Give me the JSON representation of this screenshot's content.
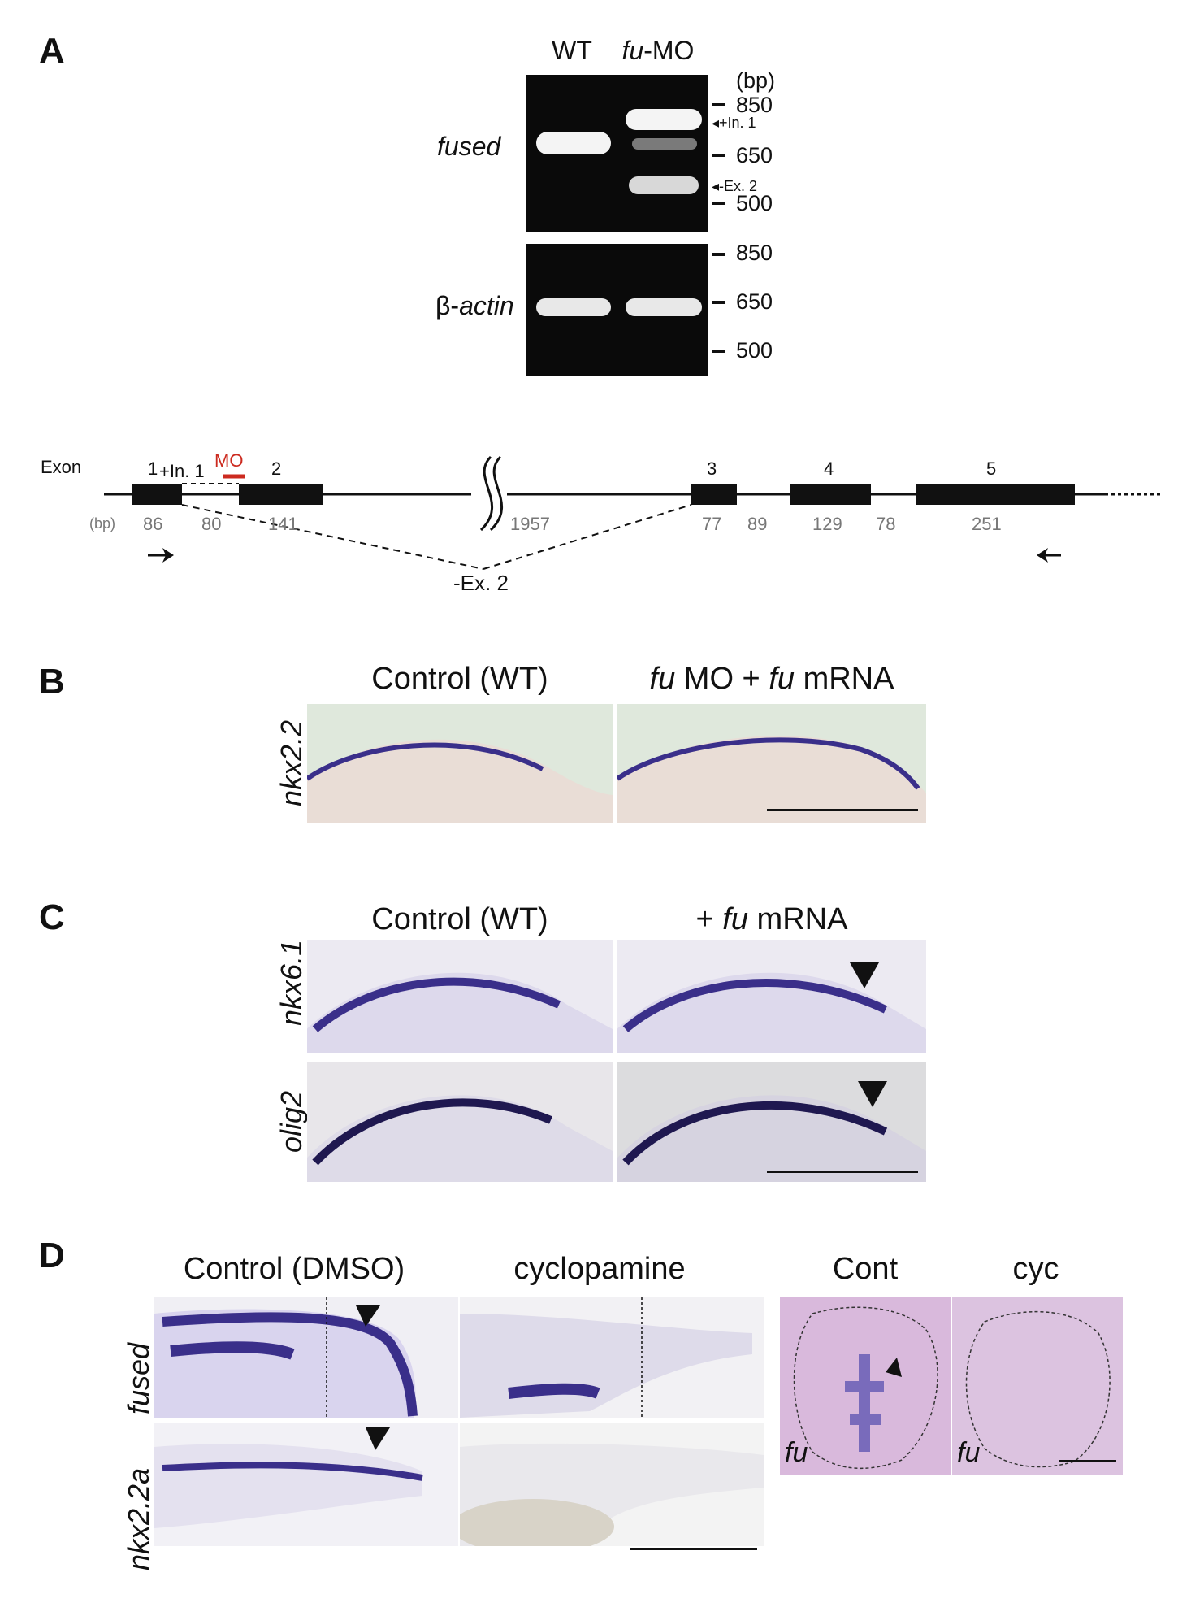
{
  "panelA": {
    "letter": "A",
    "gel_lanes": {
      "wt": "WT",
      "mo_italic": "fu",
      "mo_rest": "-MO"
    },
    "bp_unit": "(bp)",
    "gene_fused": "fused",
    "gene_actin_prefix": "β-",
    "gene_actin_italic": "actin",
    "markers_top": [
      "850",
      "650",
      "500"
    ],
    "markers_bottom": [
      "850",
      "650",
      "500"
    ],
    "band_in1": "◂+In. 1",
    "band_ex2": "◂-Ex. 2",
    "diagram": {
      "exon_word": "Exon",
      "exon_numbers": [
        "1",
        "2",
        "3",
        "4",
        "5"
      ],
      "in1_label": "+In. 1",
      "mo_label": "MO",
      "bp_unit": "(bp)",
      "sizes": [
        "86",
        "80",
        "141",
        "1957",
        "77",
        "89",
        "129",
        "78",
        "251"
      ],
      "ex2_label": "-Ex. 2",
      "mo_color": "#cc2a1f"
    }
  },
  "panelB": {
    "letter": "B",
    "col1": "Control (WT)",
    "col2_it1": "fu",
    "col2_mid": " MO + ",
    "col2_it2": "fu",
    "col2_end": " mRNA",
    "row1": "nkx2.2"
  },
  "panelC": {
    "letter": "C",
    "col1": "Control (WT)",
    "col2_pre": "+ ",
    "col2_it": "fu",
    "col2_end": " mRNA",
    "row1": "nkx6.1",
    "row2": "olig2"
  },
  "panelD": {
    "letter": "D",
    "col1": "Control (DMSO)",
    "col2": "cyclopamine",
    "col3": "Cont",
    "col4": "cyc",
    "row1": "fused",
    "row2": "nkx2.2a",
    "section_label_1": "fu",
    "section_label_2": "fu"
  },
  "colors": {
    "stain": "#3a2f8a",
    "tissue_bg": "#eceaf2",
    "section_bg": "#d9b9dc"
  }
}
